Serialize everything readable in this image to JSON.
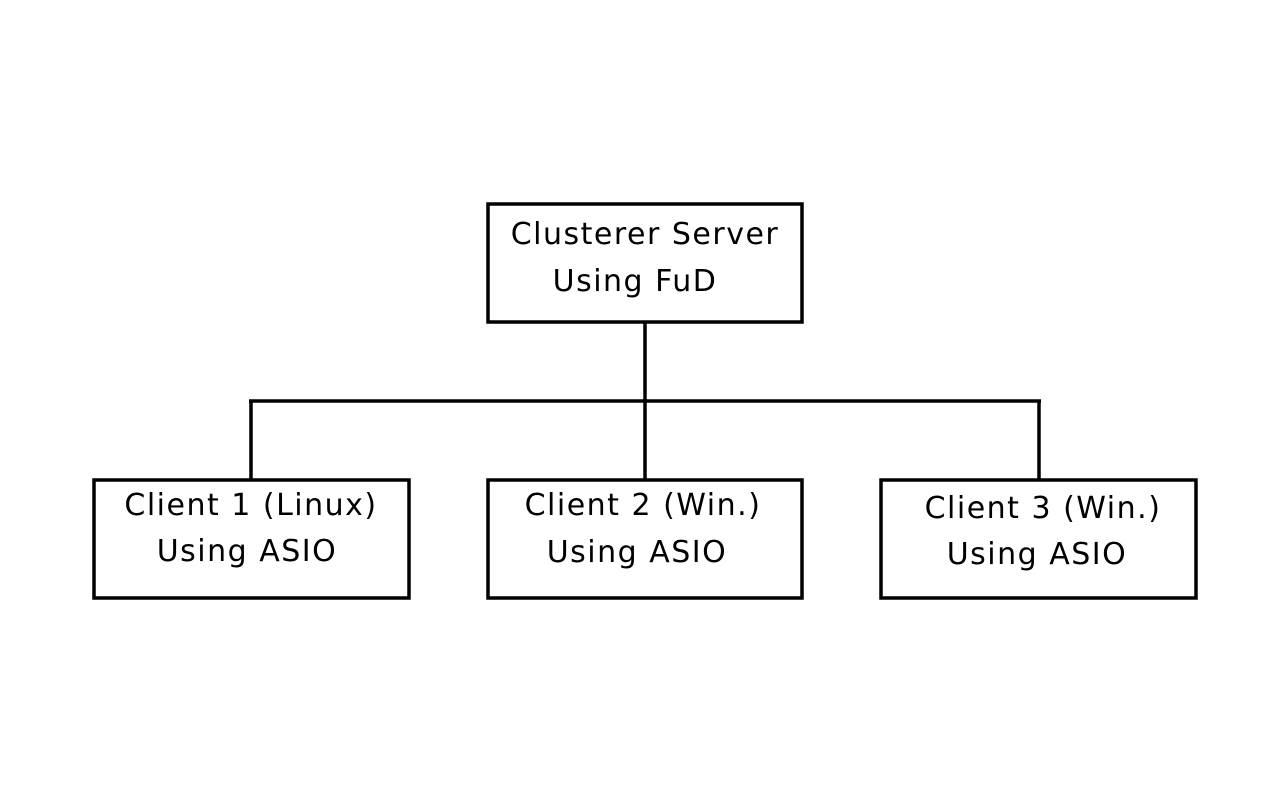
{
  "server": {
    "line1": "Clusterer Server",
    "line2": "Using FuD"
  },
  "clients": [
    {
      "line1": "Client 1 (Linux)",
      "line2": "Using ASIO"
    },
    {
      "line1": "Client 2 (Win.)",
      "line2": "Using ASIO"
    },
    {
      "line1": "Client 3 (Win.)",
      "line2": "Using ASIO"
    }
  ],
  "colors": {
    "stroke": "#000000",
    "background": "#ffffff"
  }
}
